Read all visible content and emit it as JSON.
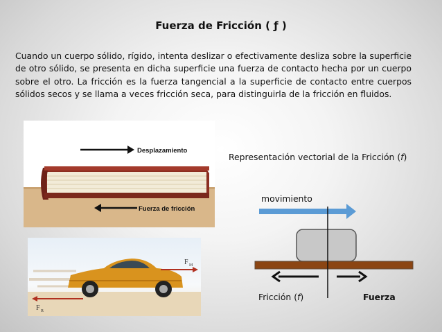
{
  "slide": {
    "title": "Fuerza de Fricción ( ƒ )",
    "paragraph": "Cuando un cuerpo sólido, rígido, intenta deslizar o efectivamente desliza sobre la superficie de otro sólido, se presenta en dicha superficie una fuerza de contacto hecha por un cuerpo sobre el otro. La fricción es la fuerza tangencial a la superficie de contacto entre cuerpos sólidos secos y se llama a veces fricción seca, para distinguirla de la fricción en fluidos."
  },
  "book_image": {
    "label_top": "Desplazamiento",
    "label_bottom": "Fuerza de fricción"
  },
  "car_image": {
    "label_fm": "F",
    "label_fm_sub": "M",
    "label_fr": "F",
    "label_fr_sub": "R"
  },
  "diagram": {
    "title_prefix": "Representación vectorial de la Fricción (",
    "title_var": "f",
    "title_suffix": ")",
    "motion_label": "movimiento",
    "friction_prefix": "Fricción (",
    "friction_var": "f",
    "friction_suffix": ")",
    "force_label": "Fuerza"
  },
  "colors": {
    "motion_arrow": "#5b9bd5",
    "surface": "#8b4513",
    "block": "#c8c8c8",
    "book_cover": "#9a3b2a",
    "car_body": "#d9931e",
    "car_arrow": "#b03020"
  }
}
